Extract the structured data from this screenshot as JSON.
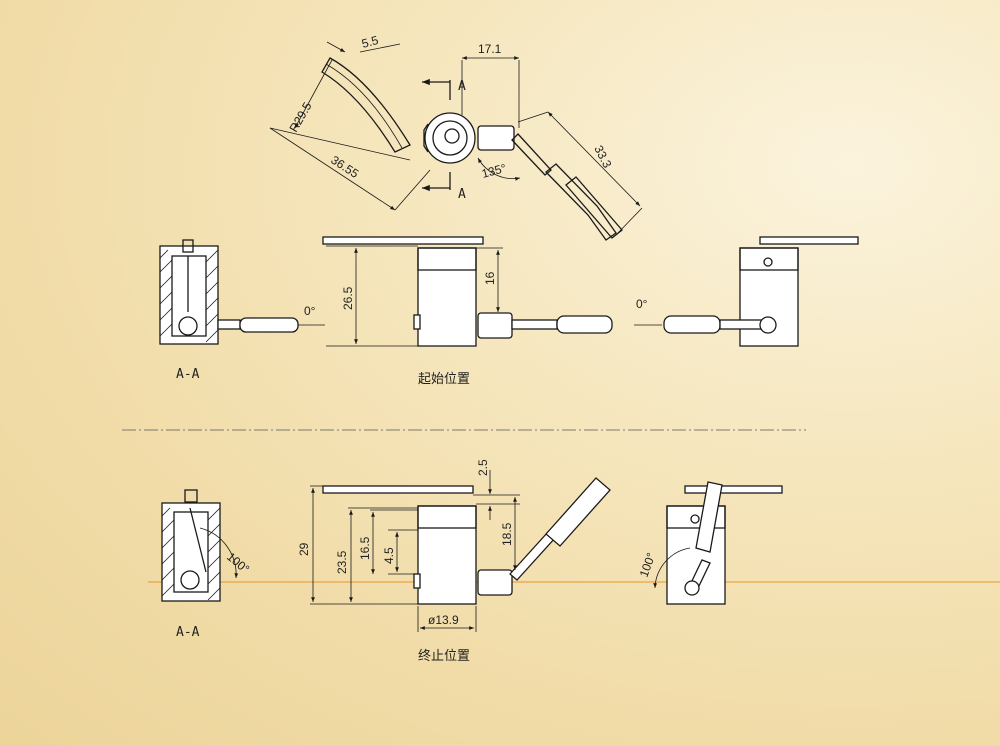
{
  "colors": {
    "background": "#f3e0b0",
    "line": "#1a1a1a",
    "orange_line": "#e8952a"
  },
  "top_view": {
    "dims": {
      "width_5_5": "5.5",
      "radius": "R29.5",
      "length_36_55": "36.55",
      "offset_17_1": "17.1",
      "length_33_3": "33.3",
      "angle": "135°"
    },
    "section_a_top": "A",
    "section_a_bottom": "A"
  },
  "start_position": {
    "section_label": "A-A",
    "angle_left": "0°",
    "angle_right": "0°",
    "dims": {
      "height_26_5": "26.5",
      "height_16": "16"
    },
    "caption": "起始位置"
  },
  "end_position": {
    "section_label": "A-A",
    "angle_left": "100°",
    "angle_right": "100°",
    "dims": {
      "d2_5": "2.5",
      "d29": "29",
      "d23_5": "23.5",
      "d16_5": "16.5",
      "d4_5": "4.5",
      "d18_5": "18.5",
      "diameter": "ø13.9"
    },
    "caption": "终止位置"
  }
}
